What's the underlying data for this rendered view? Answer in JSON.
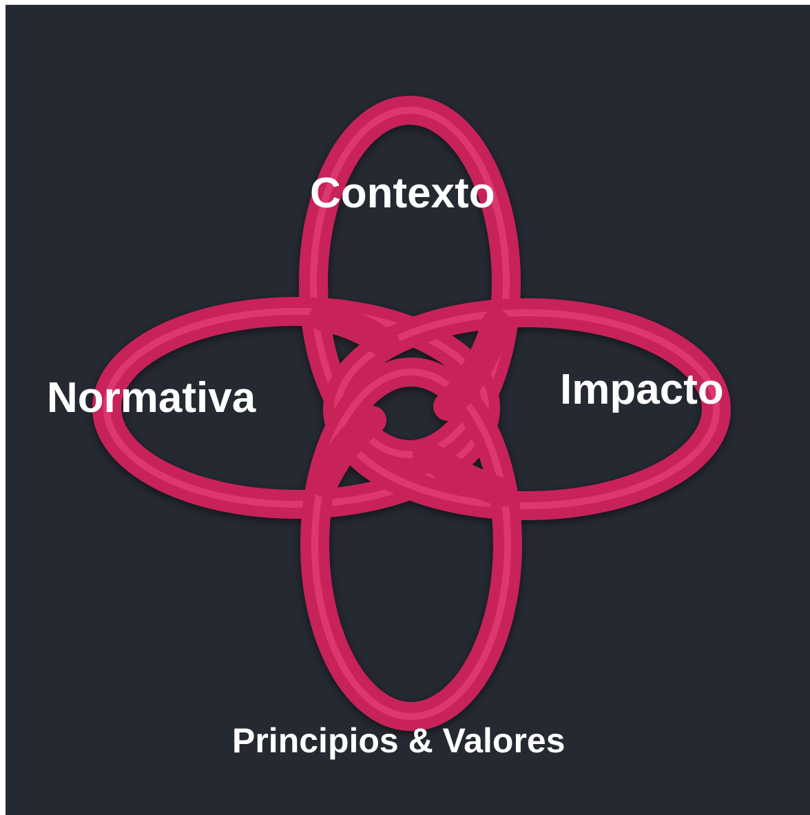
{
  "diagram": {
    "ring_color": "#e0336a",
    "background_color": "#252932",
    "labels": {
      "top": "Contexto",
      "left": "Normativa",
      "right": "Impacto",
      "bottom": "Principios & Valores"
    }
  }
}
